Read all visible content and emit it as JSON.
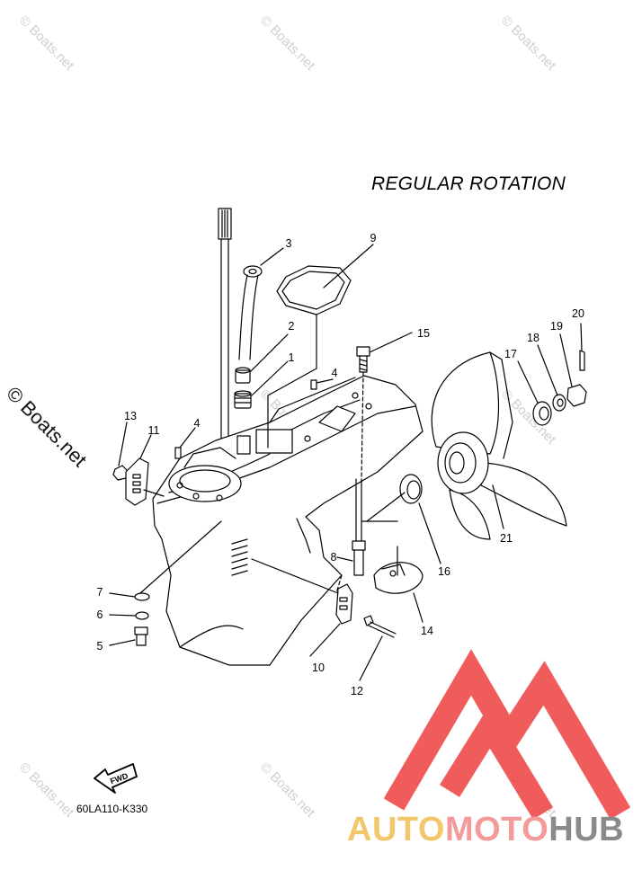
{
  "diagram": {
    "heading": "REGULAR ROTATION",
    "part_code": "60LA110-K330",
    "fwd_label": "FWD",
    "callouts": [
      "1",
      "2",
      "3",
      "4",
      "4",
      "5",
      "6",
      "7",
      "8",
      "9",
      "10",
      "11",
      "12",
      "13",
      "14",
      "15",
      "16",
      "17",
      "18",
      "19",
      "20",
      "21"
    ]
  },
  "watermark": {
    "text": "© Boats.net",
    "side_text": "© Boats.net"
  },
  "logo": {
    "part1": "AUTO",
    "part2": "MOTO",
    "part3": "HUB",
    "colors": {
      "auto": "#f2c76b",
      "moto": "#f39a9a",
      "hub": "#8a8a8a",
      "mark": "#ef4b4b"
    }
  }
}
